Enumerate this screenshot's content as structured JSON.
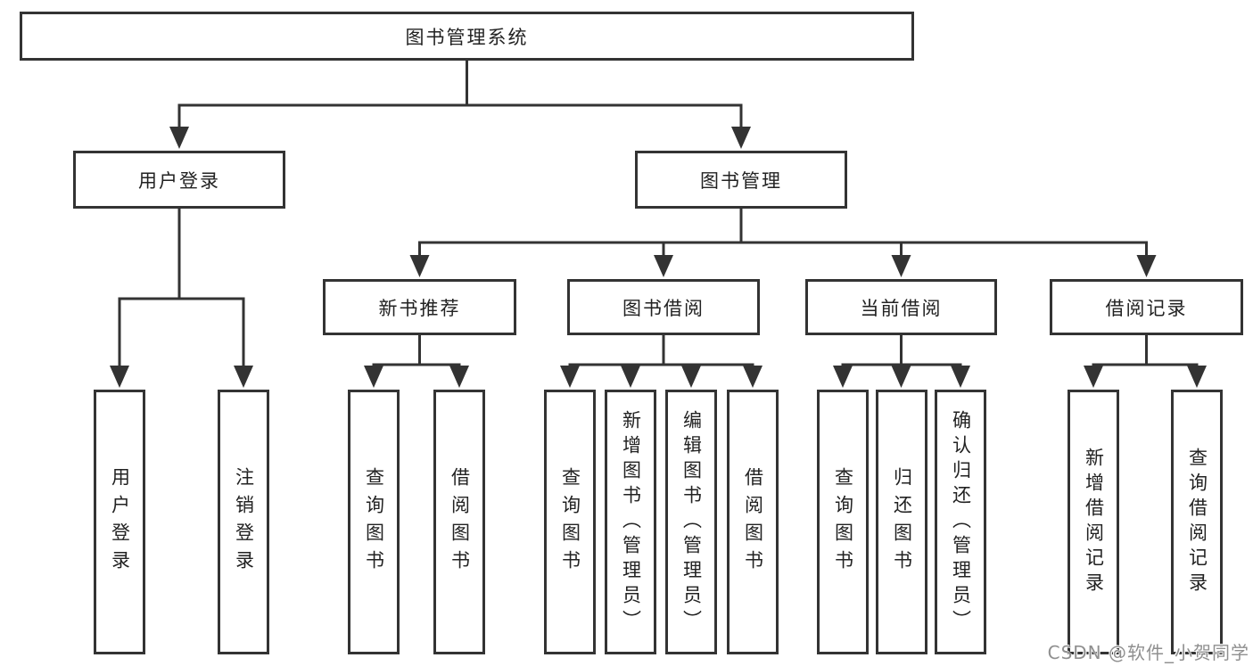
{
  "tree": {
    "root": "图书管理系统",
    "login": {
      "label": "用户登录",
      "children": [
        "用户登录",
        "注销登录"
      ]
    },
    "management": {
      "label": "图书管理",
      "sections": [
        {
          "label": "新书推荐",
          "children": [
            "查询图书",
            "借阅图书"
          ]
        },
        {
          "label": "图书借阅",
          "children": [
            "查询图书",
            "新增图书（管理员）",
            "编辑图书（管理员）",
            "借阅图书"
          ]
        },
        {
          "label": "当前借阅",
          "children": [
            "查询图书",
            "归还图书",
            "确认归还（管理员）"
          ]
        },
        {
          "label": "借阅记录",
          "children": [
            "新增借阅记录",
            "查询借阅记录"
          ]
        }
      ]
    }
  },
  "watermark": "CSDN @软件_小贺同学",
  "colors": {
    "line": "#333333",
    "text": "#222222",
    "watermark": "#8f8f8f",
    "background": "#ffffff"
  }
}
